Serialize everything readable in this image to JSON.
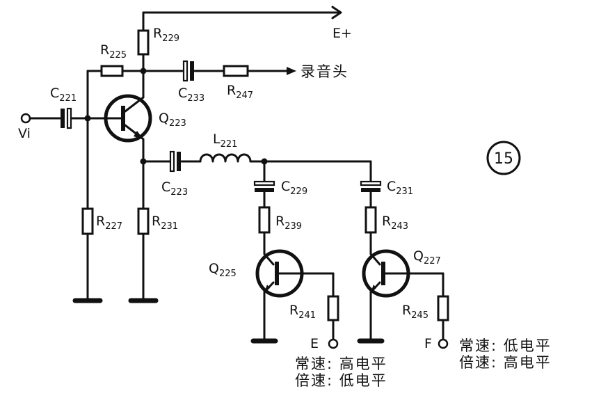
{
  "labels": {
    "supply": "E+",
    "input": "Vi",
    "recording_head": "录音头",
    "out_e": "E",
    "out_f": "F",
    "figure_number": "15"
  },
  "components": {
    "R229": {
      "letter": "R",
      "num": "229"
    },
    "R225": {
      "letter": "R",
      "num": "225"
    },
    "C221": {
      "letter": "C",
      "num": "221"
    },
    "Q223": {
      "letter": "Q",
      "num": "223"
    },
    "C233": {
      "letter": "C",
      "num": "233"
    },
    "R247": {
      "letter": "R",
      "num": "247"
    },
    "L221": {
      "letter": "L",
      "num": "221"
    },
    "C223": {
      "letter": "C",
      "num": "223"
    },
    "C229": {
      "letter": "C",
      "num": "229"
    },
    "C231": {
      "letter": "C",
      "num": "231"
    },
    "R227": {
      "letter": "R",
      "num": "227"
    },
    "R231": {
      "letter": "R",
      "num": "231"
    },
    "R239": {
      "letter": "R",
      "num": "239"
    },
    "R243": {
      "letter": "R",
      "num": "243"
    },
    "Q225": {
      "letter": "Q",
      "num": "225"
    },
    "Q227": {
      "letter": "Q",
      "num": "227"
    },
    "R241": {
      "letter": "R",
      "num": "241"
    },
    "R245": {
      "letter": "R",
      "num": "245"
    }
  },
  "notes": {
    "e_normal": "常速: 高电平",
    "e_double": "倍速: 低电平",
    "f_normal": "常速: 低电平",
    "f_double": "倍速: 高电平"
  }
}
